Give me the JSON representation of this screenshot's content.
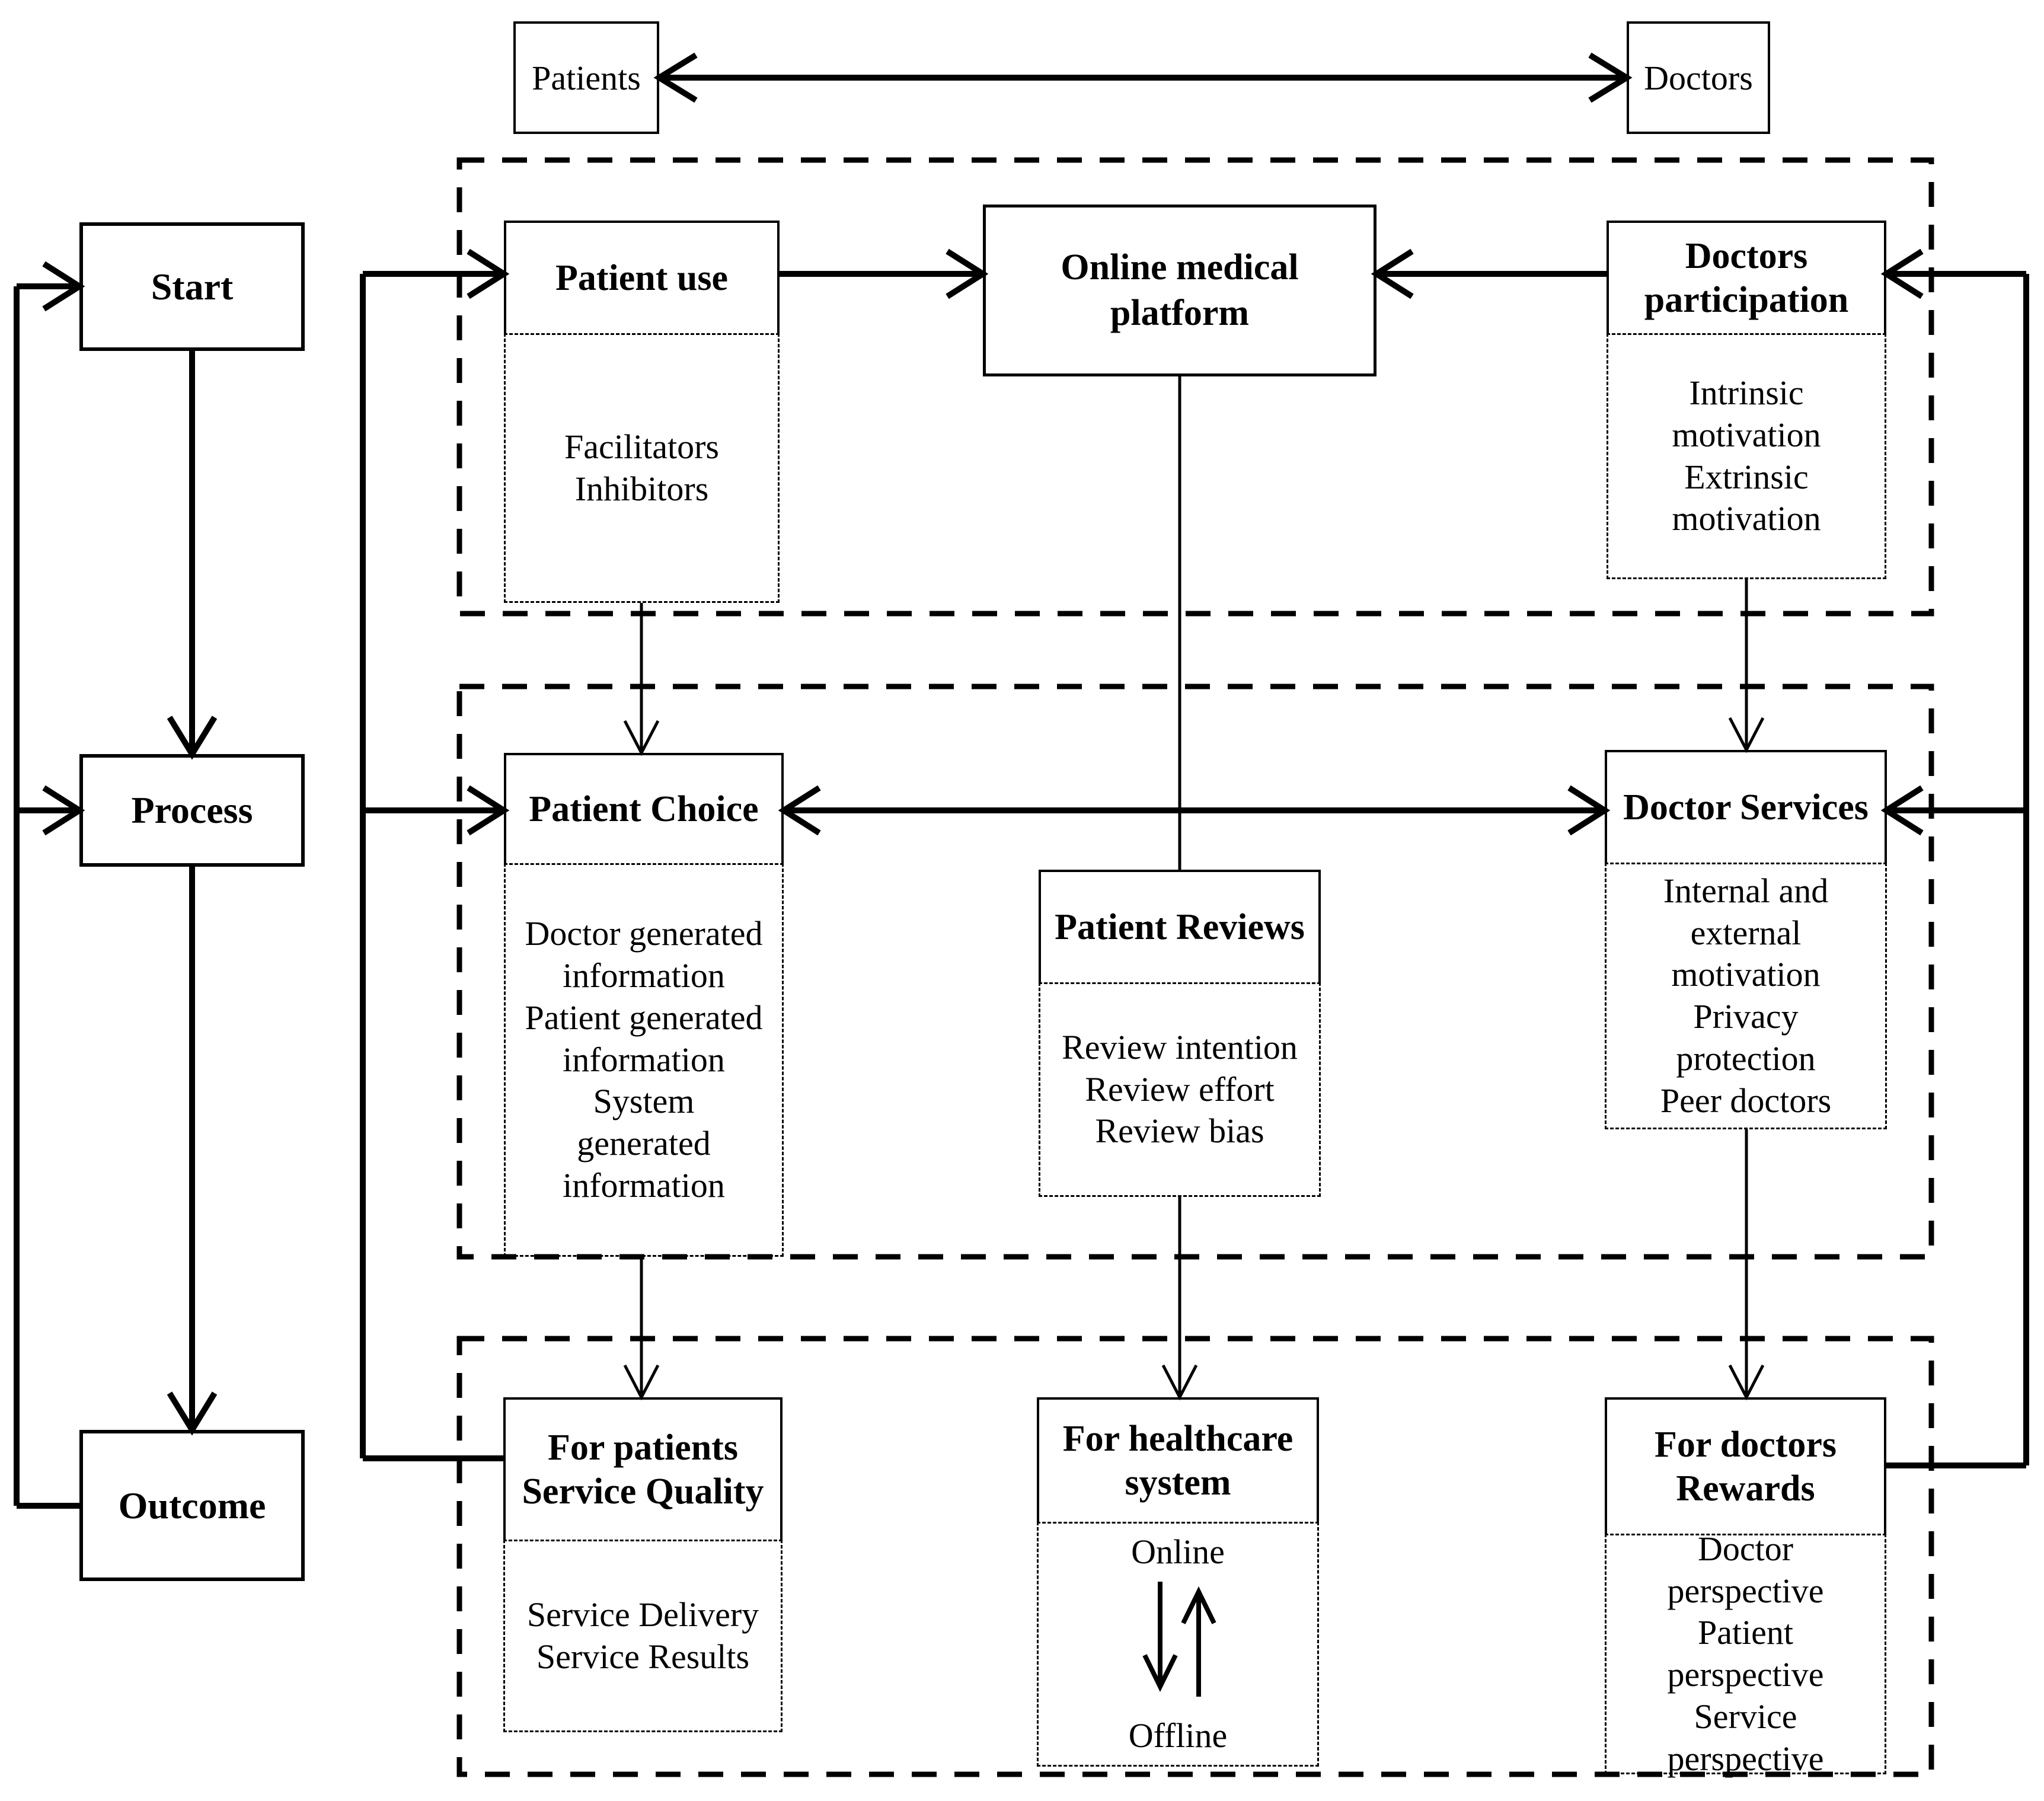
{
  "diagram": {
    "actors": {
      "patients": "Patients",
      "doctors": "Doctors"
    },
    "stages": {
      "start": "Start",
      "process": "Process",
      "outcome": "Outcome"
    },
    "row1": {
      "patient_use": {
        "title": "Patient use",
        "items": "Facilitators\nInhibitors"
      },
      "online_medical_platform": {
        "title": "Online medical\nplatform"
      },
      "doctors_participation": {
        "title": "Doctors\nparticipation",
        "items": "Intrinsic\nmotivation\nExtrinsic\nmotivation"
      }
    },
    "row2": {
      "patient_choice": {
        "title": "Patient Choice",
        "items": "Doctor generated\ninformation\nPatient generated\ninformation\nSystem\ngenerated\ninformation"
      },
      "patient_reviews": {
        "title": "Patient Reviews",
        "items": "Review intention\nReview effort\nReview bias"
      },
      "doctor_services": {
        "title": "Doctor Services",
        "items": "Internal and\nexternal\nmotivation\nPrivacy\nprotection\nPeer doctors"
      }
    },
    "row3": {
      "for_patients": {
        "title": "For patients\nService Quality",
        "items": "Service Delivery\nService Results"
      },
      "for_healthcare": {
        "title": "For healthcare\nsystem",
        "online_label": "Online",
        "offline_label": "Offline"
      },
      "for_doctors": {
        "title": "For doctors\nRewards",
        "items": "Doctor\nperspective\nPatient\nperspective\nService\nperspective"
      }
    },
    "colors": {
      "ink": "#000000",
      "background": "#ffffff"
    }
  }
}
